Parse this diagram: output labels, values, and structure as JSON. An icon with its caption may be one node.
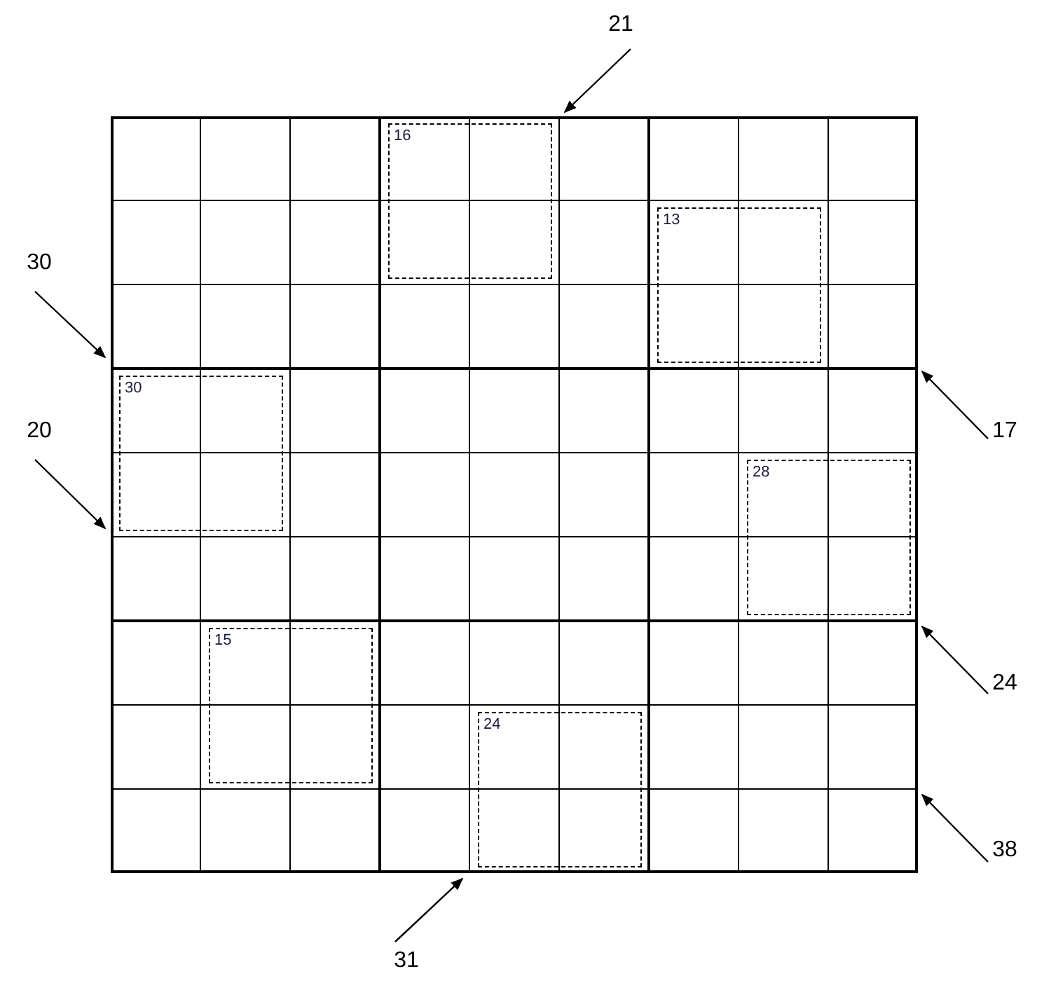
{
  "diagram": {
    "nodes": [
      {
        "text": [
          "21"
        ]
      },
      {
        "text": [],
        "shape": "box"
      },
      {
        "text": [
          "16"
        ],
        "in": 1
      },
      {
        "text": [
          "13"
        ],
        "in": 1
      },
      {
        "text": [
          "30"
        ],
        "in": 1
      },
      {
        "text": [
          "28"
        ],
        "in": 1
      },
      {
        "text": [
          "15"
        ],
        "in": 1
      },
      {
        "text": [
          "24"
        ],
        "in": 1
      },
      {
        "text": [
          "30"
        ]
      },
      {
        "text": [
          "20"
        ]
      },
      {
        "text": [
          "17"
        ]
      },
      {
        "text": [
          "24"
        ]
      },
      {
        "text": [
          "38"
        ]
      },
      {
        "text": [
          "31"
        ]
      }
    ],
    "edges": [
      {
        "from": 0,
        "to": 1,
        "arrow": "to"
      },
      {
        "from": 8,
        "to": 1,
        "arrow": "to"
      },
      {
        "from": 9,
        "to": 1,
        "arrow": "to"
      },
      {
        "from": 10,
        "to": 1,
        "arrow": "to"
      },
      {
        "from": 11,
        "to": 1,
        "arrow": "to"
      },
      {
        "from": 12,
        "to": 1,
        "arrow": "to"
      },
      {
        "from": 13,
        "to": 1,
        "arrow": "to"
      }
    ]
  }
}
